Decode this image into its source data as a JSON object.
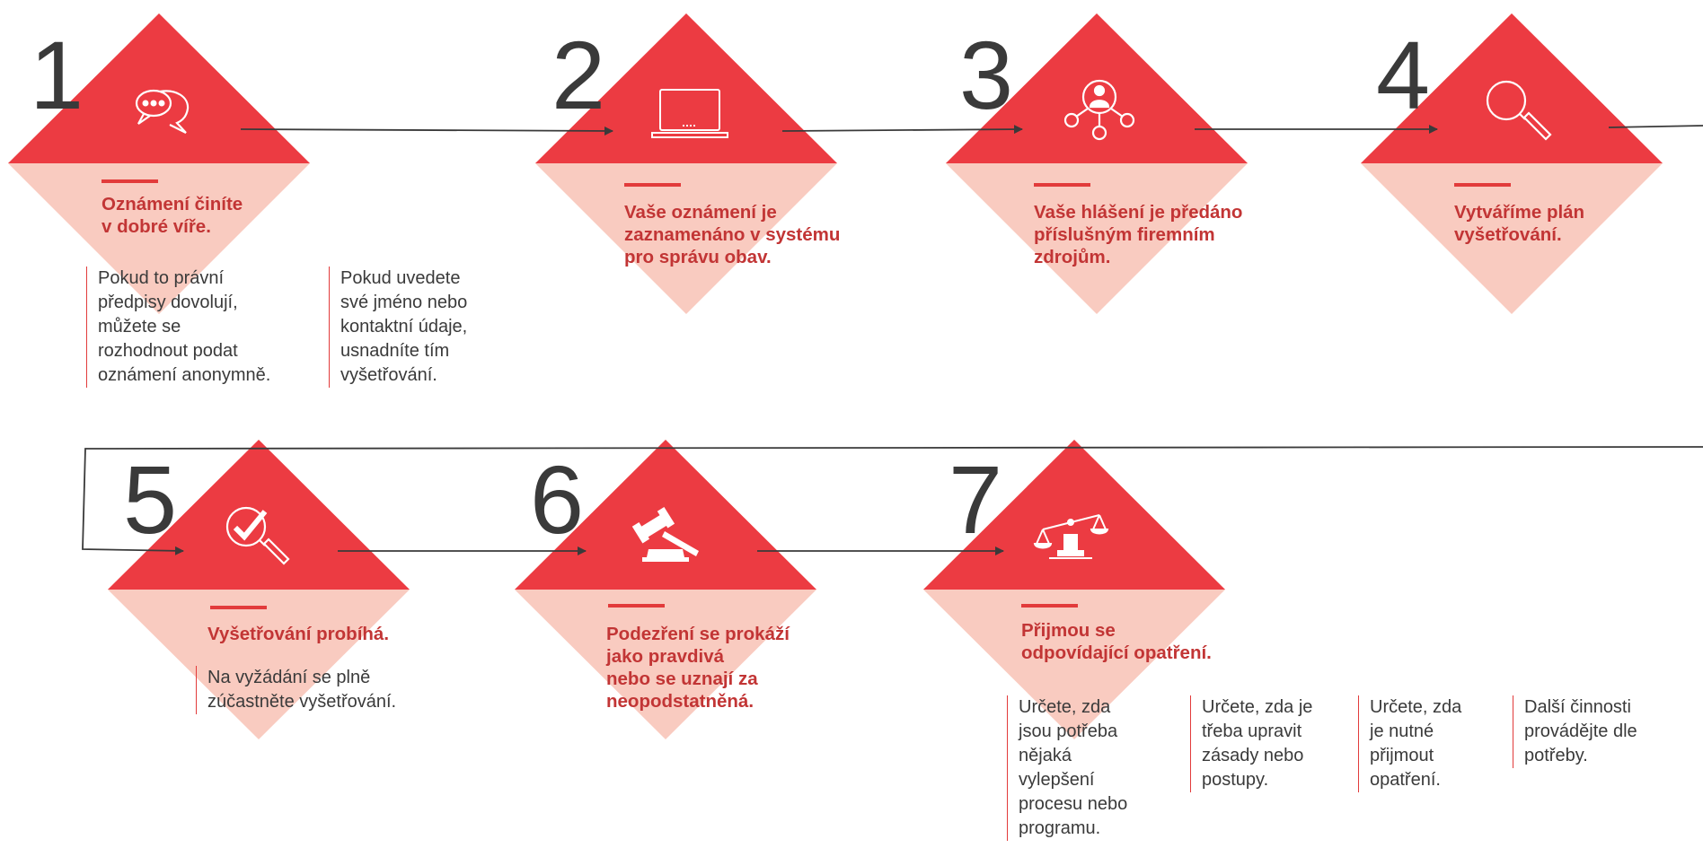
{
  "colors": {
    "diamond_top": "#ec3b42",
    "diamond_bottom": "#f9cbc0",
    "accent_bar": "#e23b3b",
    "title": "#c23535",
    "body_text": "#3a3a3a",
    "connector": "#3a3a3a",
    "icon": "#ffffff"
  },
  "steps": [
    {
      "number": "1",
      "icon": "speech-bubbles-icon",
      "title": "Oznámení činíte\nv dobré víře.",
      "notes": [
        "Pokud to právní\npředpisy dovolují,\nmůžete se\nrozhodnout podat\noznámení anonymně.",
        "Pokud uvedete\nsvé jméno nebo\nkontaktní údaje,\nusnadníte tím\nvyšetřování."
      ]
    },
    {
      "number": "2",
      "icon": "laptop-icon",
      "title": "Vaše oznámení je\nzaznamenáno v systému\npro správu obav.",
      "notes": []
    },
    {
      "number": "3",
      "icon": "person-network-icon",
      "title": "Vaše hlášení je předáno\npříslušným firemním\nzdrojům.",
      "notes": []
    },
    {
      "number": "4",
      "icon": "magnifier-icon",
      "title": "Vytváříme plán\nvyšetřování.",
      "notes": []
    },
    {
      "number": "5",
      "icon": "magnifier-check-icon",
      "title": "Vyšetřování probíhá.",
      "notes": [
        "Na vyžádání se plně\nzúčastněte vyšetřování."
      ]
    },
    {
      "number": "6",
      "icon": "gavel-icon",
      "title": "Podezření se prokáží\njako pravdivá\nnebo se uznají za\nneopodstatněná.",
      "notes": []
    },
    {
      "number": "7",
      "icon": "scales-icon",
      "title": "Přijmou se\nodpovídající opatření.",
      "notes": [
        "Určete, zda\njsou potřeba\nnějaká\nvylepšení\nprocesu nebo\nprogramu.",
        "Určete, zda je\ntřeba upravit\nzásady nebo\npostupy.",
        "Určete, zda\nje nutné\npřijmout\nopatření.",
        "Další činnosti\nprovádějte dle\npotřeby."
      ]
    }
  ]
}
